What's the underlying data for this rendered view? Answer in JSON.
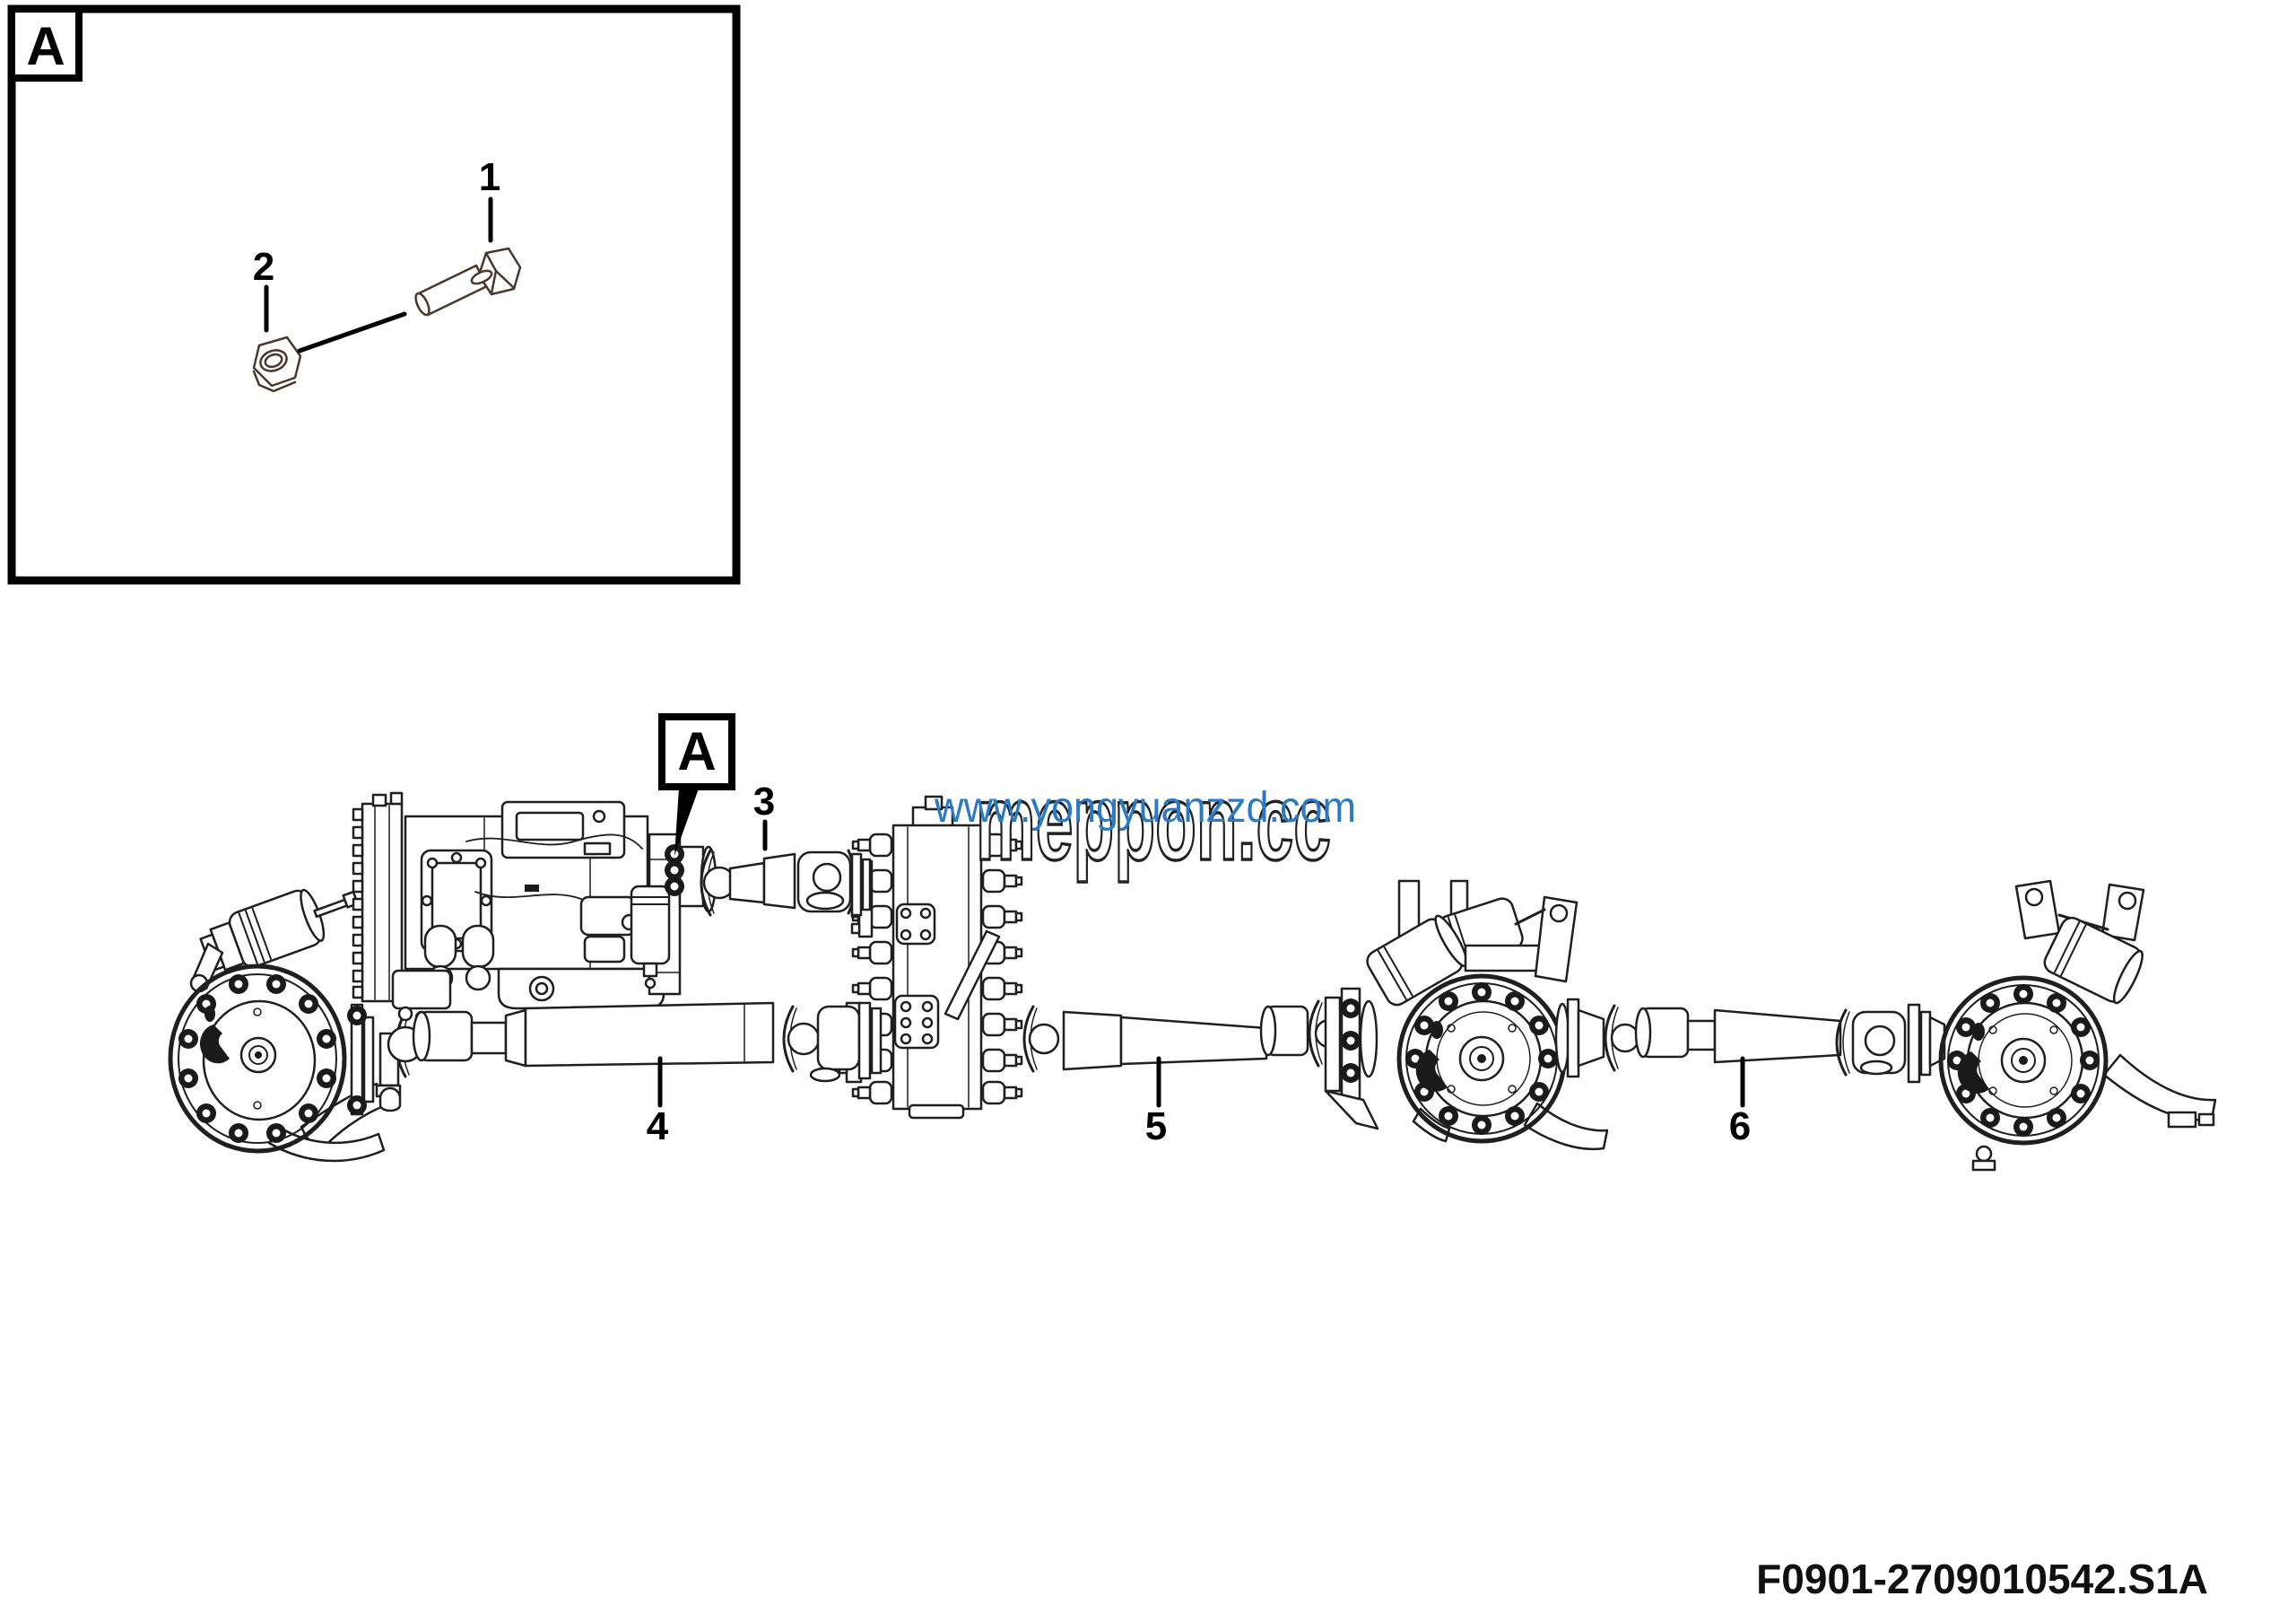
{
  "page": {
    "background": "#ffffff"
  },
  "detail_view": {
    "tag": "A",
    "bolt_callout": "1",
    "nut_callout": "2"
  },
  "assembly_view": {
    "tag": "A",
    "input_driveshaft_callout": "3",
    "front_axle_driveshaft_callout": "4",
    "middle_axle_driveshaft_callout": "5",
    "rear_axle_driveshaft_callout": "6"
  },
  "watermark": {
    "url_text": "www.yongyuanzzd.com",
    "url_color": "#2b7ac6",
    "brand_text": "meppon.cc"
  },
  "footer": {
    "figure_code": "F0901-2709010542.S1A"
  }
}
